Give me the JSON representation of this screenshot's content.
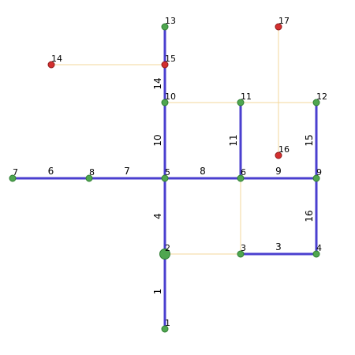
{
  "colors": {
    "edge_active": "#4a3fcf",
    "edge_inactive": "#f3d79b",
    "node_green": "#4fa64f",
    "node_green_stroke": "#2e7d32",
    "node_red": "#d32f2f",
    "node_red_stroke": "#8e1b1b"
  },
  "nodes": [
    {
      "id": "1",
      "label": "1",
      "color": "green"
    },
    {
      "id": "2",
      "label": "2",
      "color": "green",
      "size": "large"
    },
    {
      "id": "3",
      "label": "3",
      "color": "green"
    },
    {
      "id": "4",
      "label": "4",
      "color": "green"
    },
    {
      "id": "5",
      "label": "5",
      "color": "green"
    },
    {
      "id": "6",
      "label": "6",
      "color": "green"
    },
    {
      "id": "7",
      "label": "7",
      "color": "green"
    },
    {
      "id": "8",
      "label": "8",
      "color": "green"
    },
    {
      "id": "9",
      "label": "9",
      "color": "green"
    },
    {
      "id": "10",
      "label": "10",
      "color": "green"
    },
    {
      "id": "11",
      "label": "11",
      "color": "green"
    },
    {
      "id": "12",
      "label": "12",
      "color": "green"
    },
    {
      "id": "13",
      "label": "13",
      "color": "green"
    },
    {
      "id": "14",
      "label": "14",
      "color": "red"
    },
    {
      "id": "15",
      "label": "15",
      "color": "red"
    },
    {
      "id": "16",
      "label": "16",
      "color": "red"
    },
    {
      "id": "17",
      "label": "17",
      "color": "red"
    }
  ],
  "edges": [
    {
      "from": "1",
      "to": "2",
      "label": "1",
      "state": "active"
    },
    {
      "from": "2",
      "to": "5",
      "label": "4",
      "state": "active"
    },
    {
      "from": "3",
      "to": "4",
      "label": "3",
      "state": "active"
    },
    {
      "from": "7",
      "to": "8",
      "label": "6",
      "state": "active"
    },
    {
      "from": "8",
      "to": "5",
      "label": "7",
      "state": "active"
    },
    {
      "from": "5",
      "to": "6",
      "label": "8",
      "state": "active"
    },
    {
      "from": "6",
      "to": "9",
      "label": "9",
      "state": "active"
    },
    {
      "from": "5",
      "to": "10",
      "label": "10",
      "state": "active"
    },
    {
      "from": "6",
      "to": "11",
      "label": "11",
      "state": "active"
    },
    {
      "from": "10",
      "to": "15",
      "label": "14",
      "state": "active"
    },
    {
      "from": "15",
      "to": "13",
      "label": "",
      "state": "active"
    },
    {
      "from": "9",
      "to": "12",
      "label": "15",
      "state": "active"
    },
    {
      "from": "9",
      "to": "4",
      "label": "16",
      "state": "active"
    },
    {
      "from": "2",
      "to": "3",
      "label": "",
      "state": "inactive"
    },
    {
      "from": "6",
      "to": "3",
      "label": "",
      "state": "inactive"
    },
    {
      "from": "10",
      "to": "12",
      "label": "",
      "state": "inactive"
    },
    {
      "from": "14",
      "to": "15",
      "label": "",
      "state": "inactive"
    },
    {
      "from": "17",
      "to": "16",
      "label": "",
      "state": "inactive"
    }
  ]
}
